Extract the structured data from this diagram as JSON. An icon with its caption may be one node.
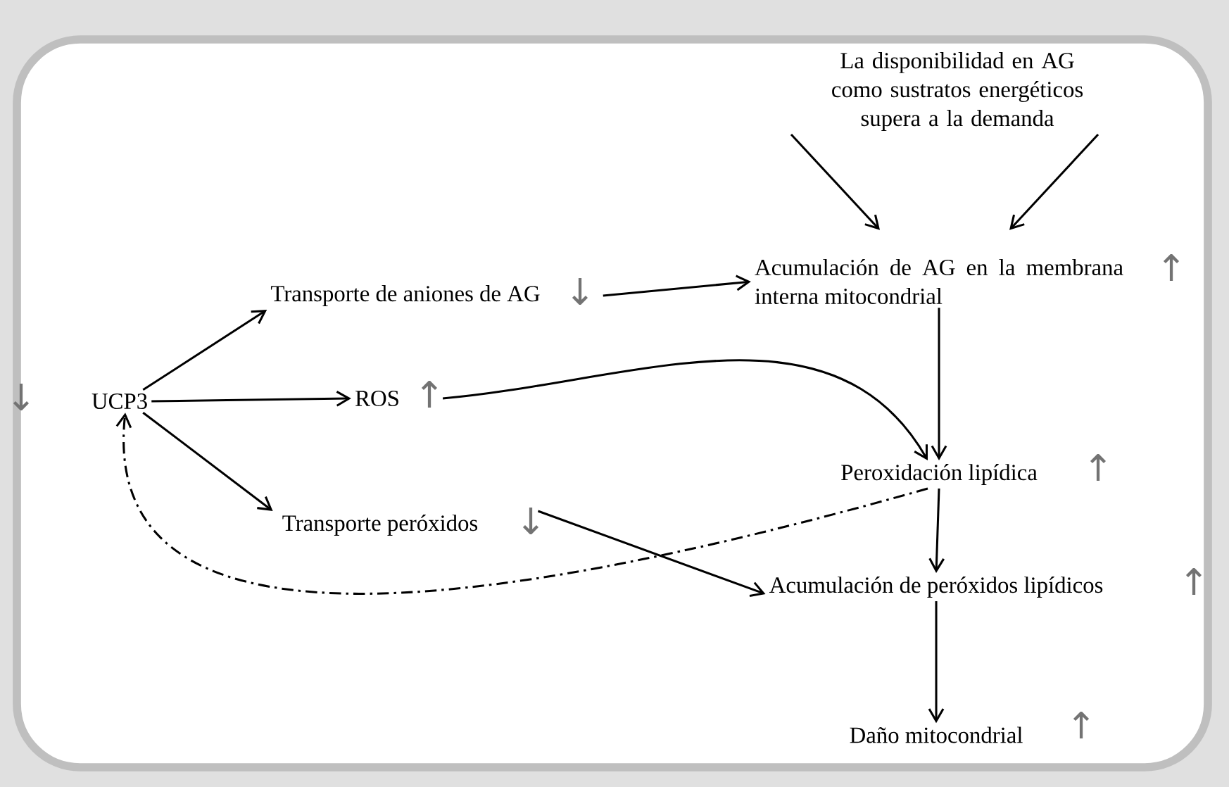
{
  "diagram": {
    "nodes": [
      {
        "text": [
          "La disponibilidad en AG como sustratos energéticos supera a la demanda"
        ]
      },
      {
        "text": [
          "Acumulación de AG en la membrana interna mitocondrial"
        ],
        "beside": [
          "↑"
        ]
      },
      {
        "text": [
          "Transporte de aniones de AG"
        ],
        "beside": [
          "↓"
        ]
      },
      {
        "text": [
          "UCP3"
        ],
        "beside": [
          "↓"
        ]
      },
      {
        "text": [
          "ROS"
        ],
        "beside": [
          "↑"
        ]
      },
      {
        "text": [
          "Transporte peróxidos"
        ],
        "beside": [
          "↓"
        ]
      },
      {
        "text": [
          "Peroxidación lipídica"
        ],
        "beside": [
          "↑"
        ]
      },
      {
        "text": [
          "Acumulación de peróxidos lipídicos"
        ],
        "beside": [
          "↑"
        ]
      },
      {
        "text": [
          "Daño mitocondrial"
        ],
        "beside": [
          "↑"
        ]
      }
    ],
    "edges": [
      {
        "from": 0,
        "to": 1,
        "arrow": "to"
      },
      {
        "from": 0,
        "to": 1,
        "arrow": "to"
      },
      {
        "from": 2,
        "to": 1,
        "arrow": "to"
      },
      {
        "from": 3,
        "to": 2,
        "arrow": "to"
      },
      {
        "from": 3,
        "to": 4,
        "arrow": "to"
      },
      {
        "from": 3,
        "to": 5,
        "arrow": "to"
      },
      {
        "from": 4,
        "to": 6,
        "arrow": "to"
      },
      {
        "from": 1,
        "to": 6,
        "arrow": "to"
      },
      {
        "from": 5,
        "to": 7,
        "arrow": "to"
      },
      {
        "from": 6,
        "to": 3,
        "arrow": "to",
        "style": "dashed"
      },
      {
        "from": 6,
        "to": 7,
        "arrow": "to"
      },
      {
        "from": 7,
        "to": 8,
        "arrow": "to"
      }
    ]
  }
}
